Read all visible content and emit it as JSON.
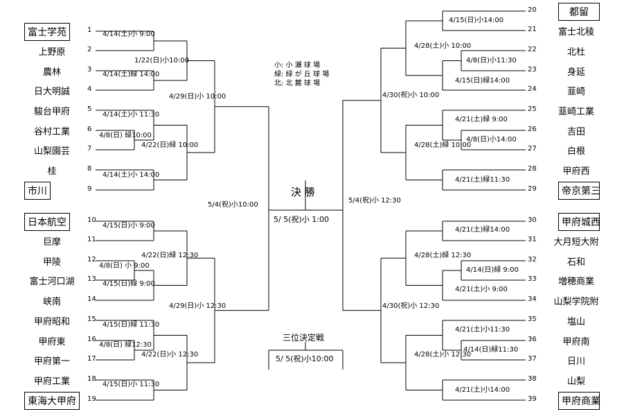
{
  "teams": [
    {
      "no": "1",
      "name": "富士学苑",
      "boxed": true
    },
    {
      "no": "2",
      "name": "上野原",
      "boxed": false
    },
    {
      "no": "3",
      "name": "農林",
      "boxed": false
    },
    {
      "no": "4",
      "name": "日大明誠",
      "boxed": false
    },
    {
      "no": "5",
      "name": "駿台甲府",
      "boxed": false
    },
    {
      "no": "6",
      "name": "谷村工業",
      "boxed": false
    },
    {
      "no": "7",
      "name": "山梨園芸",
      "boxed": false
    },
    {
      "no": "8",
      "name": "桂",
      "boxed": false
    },
    {
      "no": "9",
      "name": "市川",
      "boxed": true
    },
    {
      "no": "10",
      "name": "日本航空",
      "boxed": true
    },
    {
      "no": "11",
      "name": "巨摩",
      "boxed": false
    },
    {
      "no": "12",
      "name": "甲陵",
      "boxed": false
    },
    {
      "no": "13",
      "name": "富士河口湖",
      "boxed": false
    },
    {
      "no": "14",
      "name": "峡南",
      "boxed": false
    },
    {
      "no": "15",
      "name": "甲府昭和",
      "boxed": false
    },
    {
      "no": "16",
      "name": "甲府東",
      "boxed": false
    },
    {
      "no": "17",
      "name": "甲府第一",
      "boxed": false
    },
    {
      "no": "18",
      "name": "甲府工業",
      "boxed": false
    },
    {
      "no": "19",
      "name": "東海大甲府",
      "boxed": true
    },
    {
      "no": "20",
      "name": "都留",
      "boxed": true
    },
    {
      "no": "21",
      "name": "富士北稜",
      "boxed": false
    },
    {
      "no": "22",
      "name": "北杜",
      "boxed": false
    },
    {
      "no": "23",
      "name": "身延",
      "boxed": false
    },
    {
      "no": "24",
      "name": "韮崎",
      "boxed": false
    },
    {
      "no": "25",
      "name": "韮崎工業",
      "boxed": false
    },
    {
      "no": "26",
      "name": "吉田",
      "boxed": false
    },
    {
      "no": "27",
      "name": "白根",
      "boxed": false
    },
    {
      "no": "28",
      "name": "甲府西",
      "boxed": false
    },
    {
      "no": "29",
      "name": "帝京第三",
      "boxed": true
    },
    {
      "no": "30",
      "name": "甲府城西",
      "boxed": true
    },
    {
      "no": "31",
      "name": "大月短大附",
      "boxed": false
    },
    {
      "no": "32",
      "name": "石和",
      "boxed": false
    },
    {
      "no": "33",
      "name": "増穂商業",
      "boxed": false
    },
    {
      "no": "34",
      "name": "山梨学院附",
      "boxed": false
    },
    {
      "no": "35",
      "name": "塩山",
      "boxed": false
    },
    {
      "no": "36",
      "name": "甲府南",
      "boxed": false
    },
    {
      "no": "37",
      "name": "日川",
      "boxed": false
    },
    {
      "no": "38",
      "name": "山梨",
      "boxed": false
    },
    {
      "no": "39",
      "name": "甲府商業",
      "boxed": true
    }
  ],
  "matches": {
    "L_1_2": "4/14(土)小\n9:00",
    "L_3_4": "4/14(土)緑\n14:00",
    "L_R2_A": "1/22(日)小10:00",
    "L_5_6": "4/14(土)小\n11:30",
    "L_6_7": "4/8(日)\n緑10:00",
    "L_R2_B": "4/22(日)緑\n10:00",
    "L_8_9": "4/14(土)小\n14:00",
    "L_QF_1": "4/29(日)小\n10:00",
    "L_10_11": "4/15(日)小\n9:00",
    "L_12_13": "4/8(日)\n小 9:00",
    "L_13_14": "4/15(日)緑\n9:00",
    "L_R2_C": "4/22(日)緑\n12:30",
    "L_15_16": "4/15(日)緑\n11:30",
    "L_16_17": "4/8(日)\n緑12:30",
    "L_R2_D": "4/22(日)小\n12:30",
    "L_18_19": "4/15(日)小\n11:30",
    "L_QF_2": "4/29(日)小\n12:30",
    "L_SF": "5/4(祝)小10:00",
    "R_20_21": "4/15(日)小14:00",
    "R_22_23": "4/8(日)小11:30",
    "R_23_24": "4/15(日)緑14:00",
    "R_R2_A": "4/28(土)小\n10:00",
    "R_25_26": "4/21(土)緑 9:00",
    "R_26_27": "4/8(日)小14:00",
    "R_R2_B": "4/28(土)緑\n10:00",
    "R_28_29": "4/21(土)緑11:30",
    "R_QF_1": "4/30(祝)小\n10:00",
    "R_30_31": "4/21(土)緑14:00",
    "R_32_33": "4/14(日)緑 9:00",
    "R_33_34": "4/21(土)小 9:00",
    "R_R2_C": "4/28(土)緑\n12:30",
    "R_35_36": "4/21(土)小11:30",
    "R_36_37": "4/14(日)緑11:30",
    "R_R2_D": "4/28(土)小\n12:30",
    "R_38_39": "4/21(土)小14:00",
    "R_QF_2": "4/30(祝)小\n12:30",
    "R_SF": "5/4(祝)小\n12:30"
  },
  "final": {
    "title": "決 勝",
    "schedule": "5/ 5(祝)小 1:00"
  },
  "third_place": {
    "title": "三位決定戦",
    "schedule": "5/ 5(祝)小10:00"
  },
  "legend": "小: 小 瀬 球 場\n緑: 緑 が 丘 球 場\n北: 北 麓 球 場"
}
